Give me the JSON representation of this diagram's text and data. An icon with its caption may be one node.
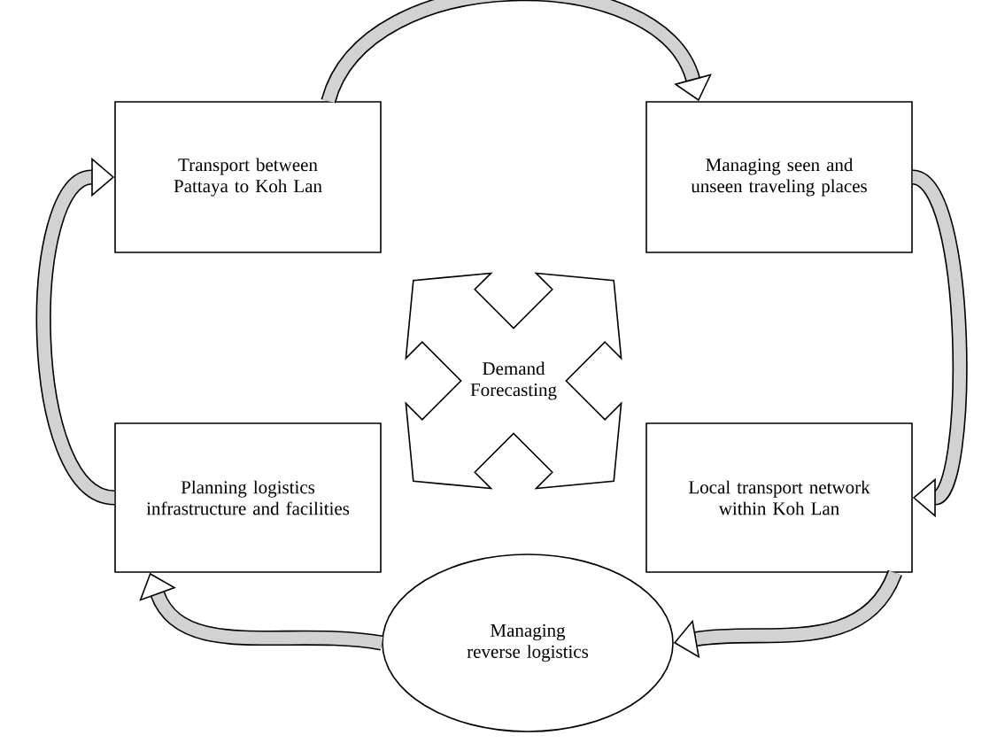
{
  "diagram": {
    "nodes": [
      {
        "text": [
          "Transport between Pattaya to Koh Lan"
        ]
      },
      {
        "text": [
          "Managing seen and unseen traveling places"
        ]
      },
      {
        "text": [
          "Demand Forecasting"
        ]
      },
      {
        "text": [
          "Planning logistics infrastructure and facilities"
        ]
      },
      {
        "text": [
          "Local transport network within Koh Lan"
        ]
      },
      {
        "text": [
          "Managing reverse logistics"
        ]
      }
    ],
    "edges": [
      {
        "from": 0,
        "to": 1,
        "arrow": "to"
      },
      {
        "from": 1,
        "to": 4,
        "arrow": "to"
      },
      {
        "from": 4,
        "to": 5,
        "arrow": "to"
      },
      {
        "from": 5,
        "to": 3,
        "arrow": "to"
      },
      {
        "from": 3,
        "to": 0,
        "arrow": "to"
      }
    ]
  }
}
